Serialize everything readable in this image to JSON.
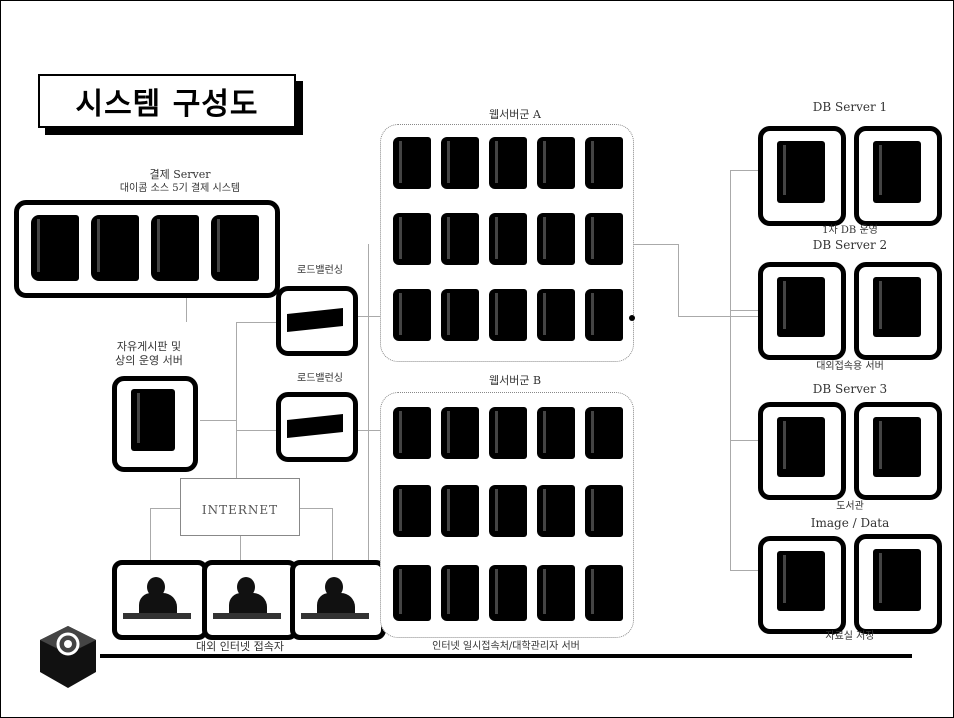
{
  "title": "시스템 구성도",
  "labels": {
    "gateway_server": "결제 Server",
    "gateway_server_sub": "대이콤 소스 5기 결제 시스템",
    "lb_top": "로드밸런싱",
    "lb_bottom": "로드밸런싱",
    "rental_line_1": "자유게시판 및",
    "rental_line_2": "상의 운영 서버",
    "web_a": "웹서버군 A",
    "web_b": "웹서버군 B",
    "internet": "INTERNET",
    "users": "대외 인터넷 접속자",
    "web_b_caption": "인터넷 일시접속처/대학관리자 서버",
    "db1": "DB Server 1",
    "db1_caption": "1차 DB 운영",
    "db2": "DB Server 2",
    "db2_caption": "대외접속용 서버",
    "db3": "DB Server 3",
    "db3_caption": "도서관",
    "img": "Image / Data",
    "img_caption": "자료실 저장"
  },
  "icons": {
    "server": "server-tower-icon",
    "load_balancer": "load-balancer-icon",
    "user": "user-terminal-icon",
    "logo": "company-logo-icon"
  }
}
